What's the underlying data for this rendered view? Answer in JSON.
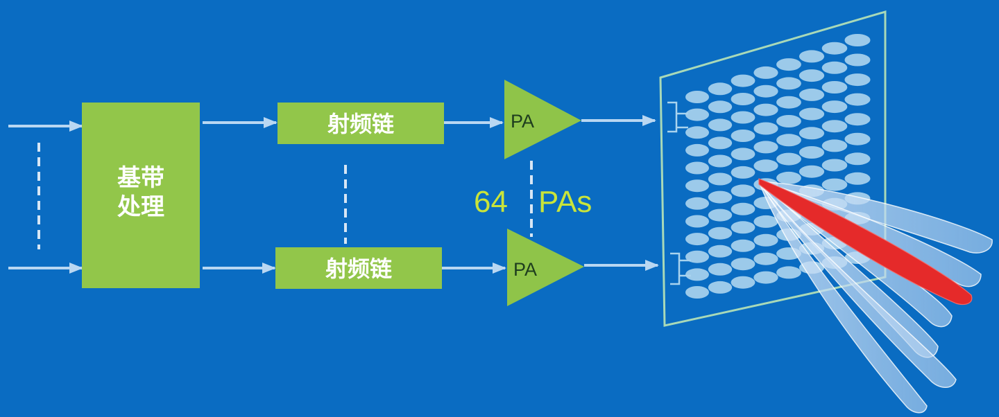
{
  "diagram": {
    "baseband_label_line1": "基带",
    "baseband_label_line2": "处理",
    "rf_chain_top_label": "射频链",
    "rf_chain_bottom_label": "射频链",
    "pa_top_label": "PA",
    "pa_bottom_label": "PA",
    "pa_count_number": "64",
    "pa_count_unit": "PAs"
  },
  "colors": {
    "background": "#0a6cc2",
    "block_green": "#92c64a",
    "pa_green": "#8fc449",
    "arrow": "#b9d7f2",
    "dash": "#d7e6f5",
    "panel_outline": "#a8d9b8",
    "antenna_element": "#a9d3ee",
    "beam_light": "#d9e9f8",
    "beam_main": "#e52a2a",
    "count_text": "#c9e43a"
  }
}
